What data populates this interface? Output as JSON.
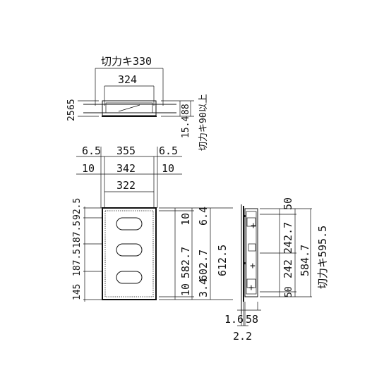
{
  "top_view": {
    "cutout_label": "切力キ330",
    "width": "324",
    "left_dims": [
      "25",
      "65"
    ],
    "right_dims": [
      "15.4",
      "88"
    ],
    "cutout_depth": "切力キ90以上"
  },
  "front_view": {
    "top_row": [
      "6.5",
      "355",
      "6.5"
    ],
    "mid_row": [
      "10",
      "342",
      "10"
    ],
    "inner_width": "322",
    "left_vertical": [
      "145",
      "187.5",
      "187.5",
      "92.5"
    ],
    "right_col1": [
      "10",
      "10"
    ],
    "right_col2": [
      "582.7",
      "3.4"
    ],
    "right_col3": [
      "602.7",
      "6.4"
    ],
    "overall": "612.5"
  },
  "side_view": {
    "top": "50",
    "bottom": "50",
    "mid_242a": "242",
    "mid_242b": "242.7",
    "total": "584.7",
    "cutout": "切力キ595.5",
    "bottom_dims": [
      "1.6",
      "58",
      "2.2"
    ]
  }
}
